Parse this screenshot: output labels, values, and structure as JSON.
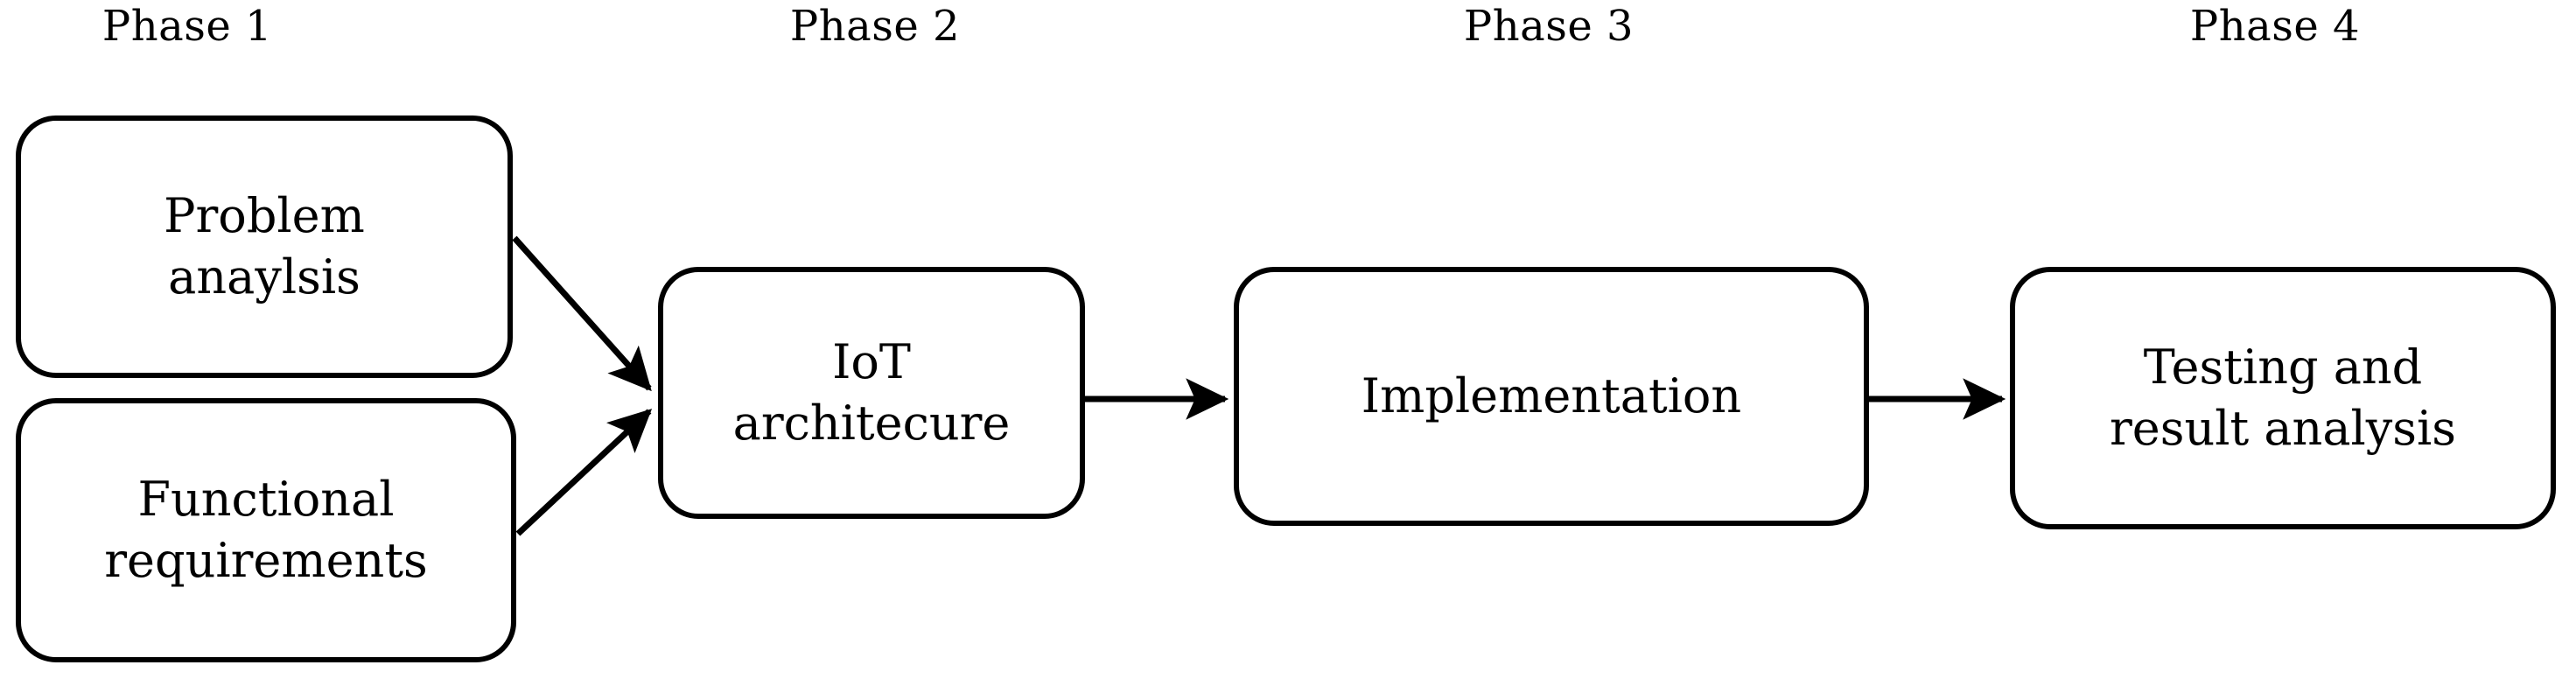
{
  "diagram": {
    "title_visible": false,
    "background_color": "#ffffff",
    "stroke_color": "#000000",
    "phases": [
      {
        "id": "phase-1",
        "label": "Phase 1"
      },
      {
        "id": "phase-2",
        "label": "Phase 2"
      },
      {
        "id": "phase-3",
        "label": "Phase 3"
      },
      {
        "id": "phase-4",
        "label": "Phase 4"
      }
    ],
    "nodes": [
      {
        "id": "problem-analysis",
        "label": "Problem\nanaylsis",
        "phase": "Phase 1",
        "shape": "rounded-rectangle"
      },
      {
        "id": "functional-requirements",
        "label": "Functional\nrequirements",
        "phase": "Phase 1",
        "shape": "rounded-rectangle"
      },
      {
        "id": "iot-architecture",
        "label": "IoT\narchitecure",
        "phase": "Phase 2",
        "shape": "rounded-rectangle"
      },
      {
        "id": "implementation",
        "label": "Implementation",
        "phase": "Phase 3",
        "shape": "rounded-rectangle"
      },
      {
        "id": "testing-result-analysis",
        "label": "Testing and\nresult analysis",
        "phase": "Phase 4",
        "shape": "rounded-rectangle"
      }
    ],
    "edges": [
      {
        "id": "edge-problem-to-iot",
        "from": "problem-analysis",
        "to": "iot-architecture",
        "style": "diagonal-arrow"
      },
      {
        "id": "edge-requirements-to-iot",
        "from": "functional-requirements",
        "to": "iot-architecture",
        "style": "diagonal-arrow"
      },
      {
        "id": "edge-iot-to-implementation",
        "from": "iot-architecture",
        "to": "implementation",
        "style": "horizontal-arrow"
      },
      {
        "id": "edge-implementation-to-testing",
        "from": "implementation",
        "to": "testing-result-analysis",
        "style": "horizontal-arrow"
      }
    ]
  }
}
